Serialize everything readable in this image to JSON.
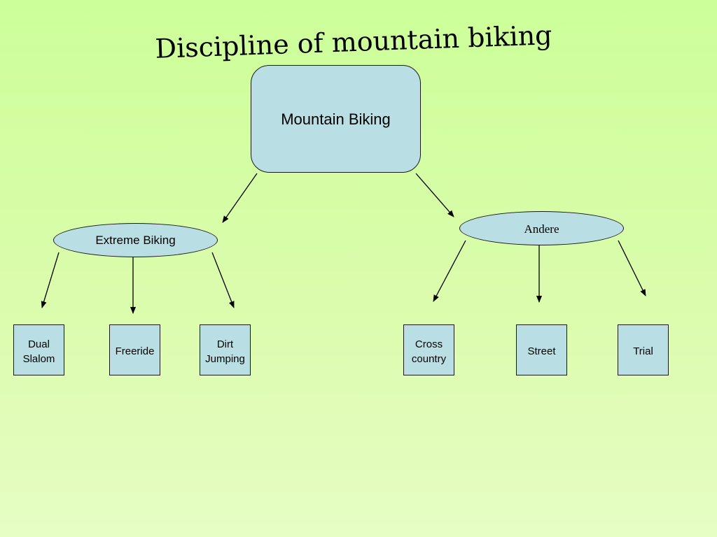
{
  "slide": {
    "title": "Discipline of mountain biking"
  },
  "diagram": {
    "root": "Mountain Biking",
    "branches": [
      {
        "label": "Extreme Biking",
        "children": [
          "Dual\nSlalom",
          "Freeride",
          "Dirt\nJumping"
        ]
      },
      {
        "label": "Andere",
        "children": [
          "Cross\ncountry",
          "Street",
          "Trial"
        ]
      }
    ]
  },
  "colors": {
    "background_top": "#ccff99",
    "background_bottom": "#e6fdc4",
    "node_fill": "#b9dfe4",
    "node_border": "#1a1a1a",
    "arrow": "#000000"
  }
}
